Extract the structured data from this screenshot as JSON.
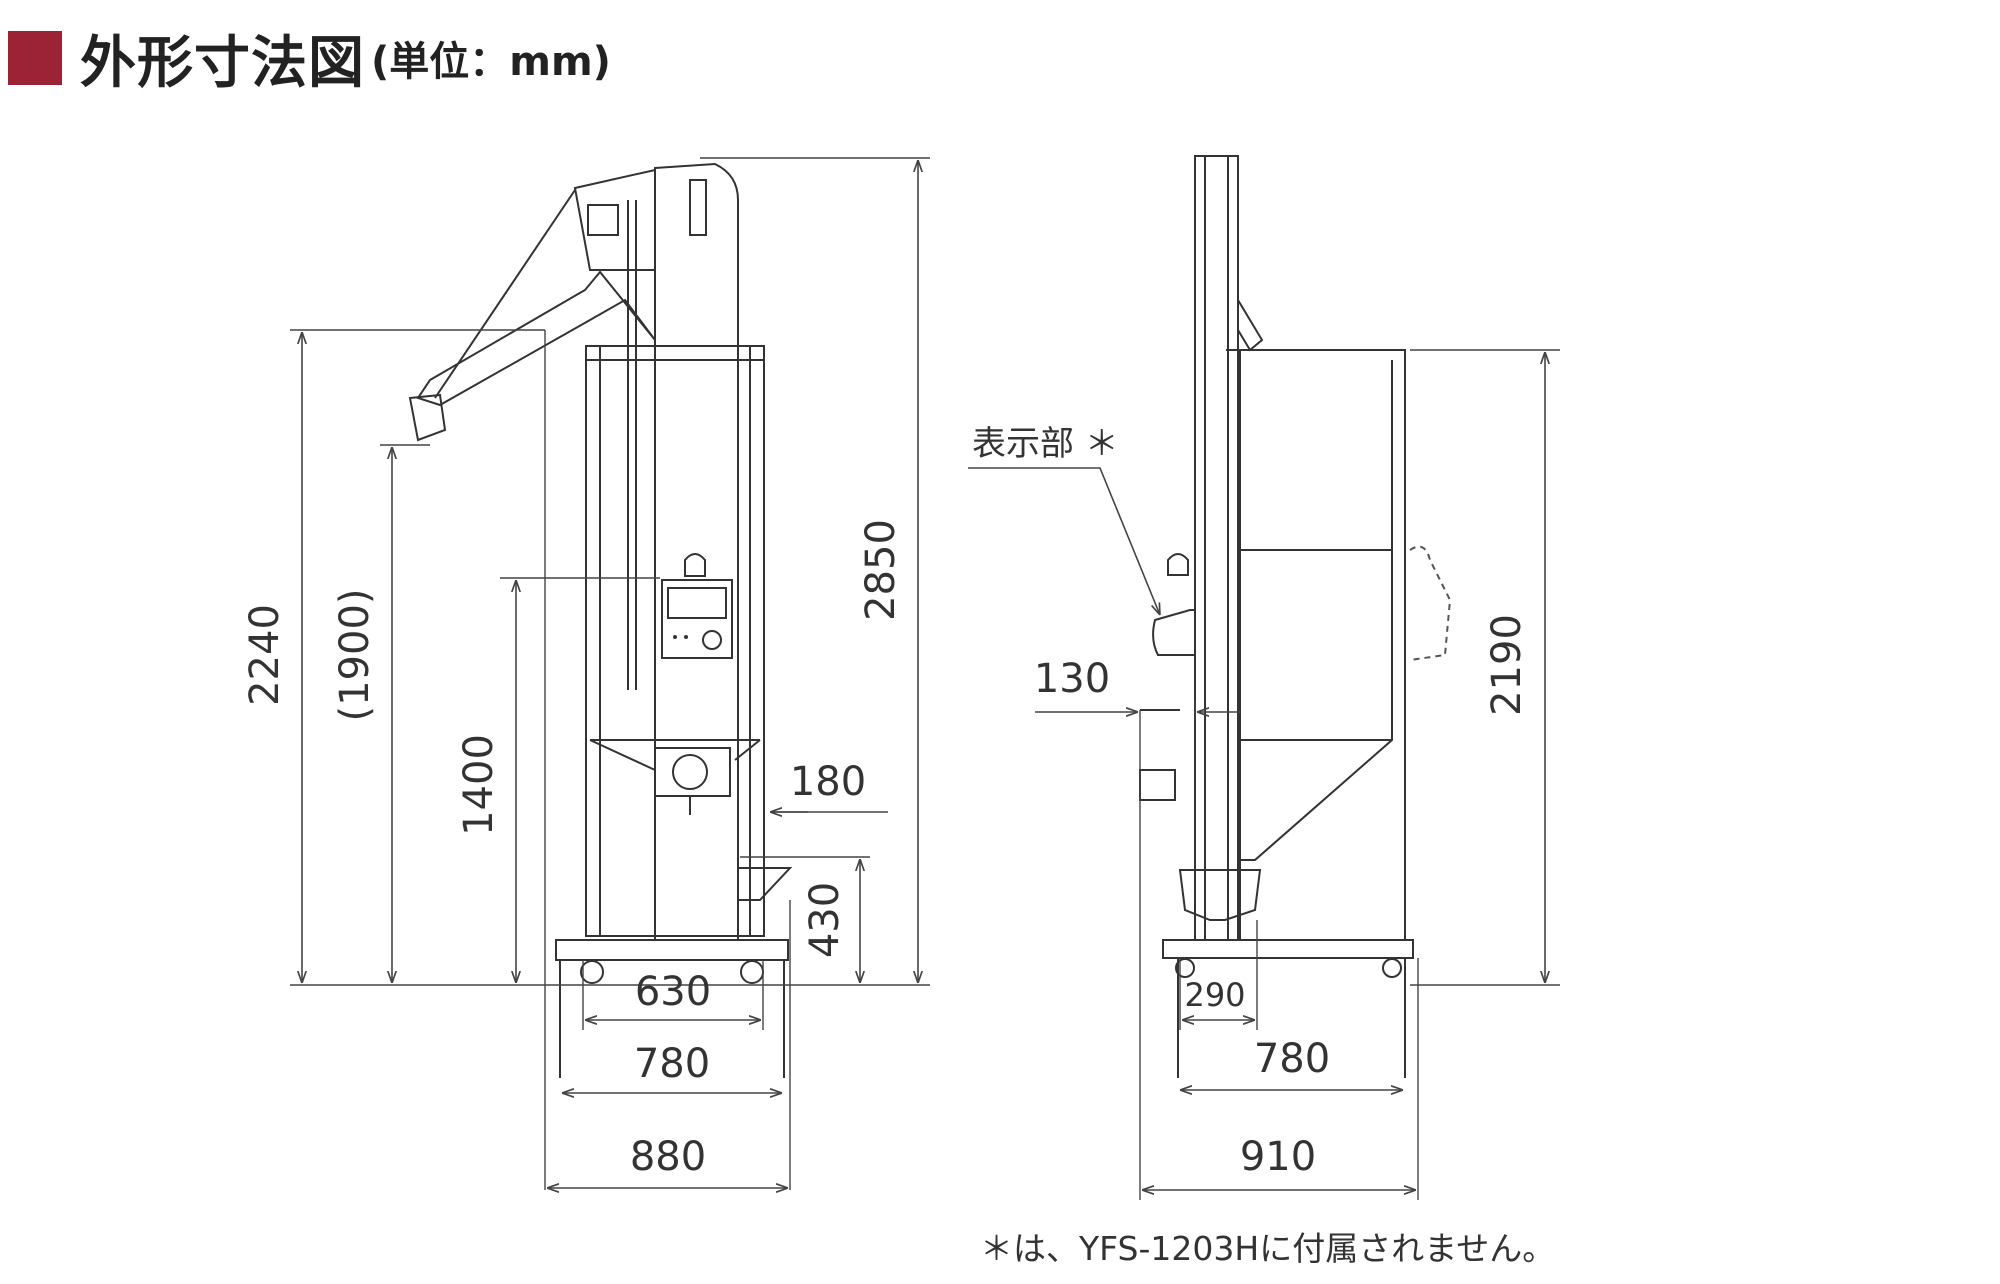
{
  "heading": {
    "title": "外形寸法図",
    "unit": "(単位：mm)",
    "accent_color": "#9b2335"
  },
  "colors": {
    "body_fill": "#e6e6e6",
    "line": "#333333"
  },
  "front_view": {
    "dimensions": {
      "overall_height": "2850",
      "discharge_height": "2240",
      "spout_height": "(1900)",
      "panel_height": "1400",
      "outlet_height": "430",
      "outlet_projection": "180",
      "caster_pitch": "630",
      "frame_width": "780",
      "overall_width": "880"
    }
  },
  "side_view": {
    "callout": "表示部 ＊",
    "dimensions": {
      "hopper_height": "2190",
      "offset": "130",
      "outlet_width": "290",
      "frame_depth": "780",
      "overall_depth": "910"
    }
  },
  "footnote": "＊は、YFS-1203Hに付属されません。"
}
